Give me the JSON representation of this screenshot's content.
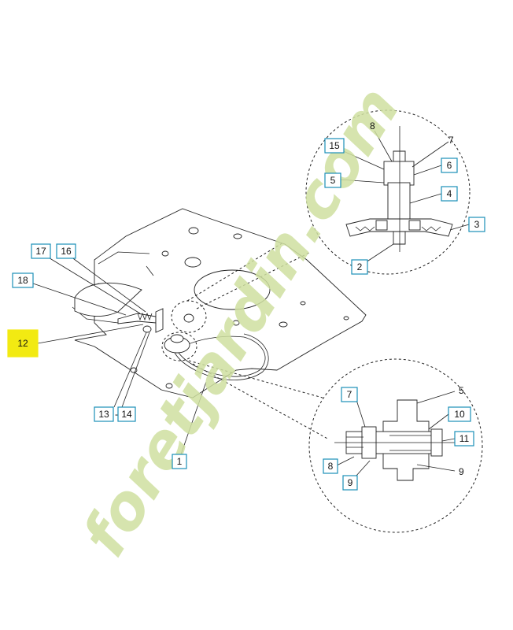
{
  "watermark": {
    "text": "foretjardin.com",
    "brand_green": "#cfe0a0",
    "brand_orange": "#f6c89a"
  },
  "highlight_color": "#f2ea12",
  "callout_color": "#1a8fb8",
  "callouts": {
    "c12": "12",
    "c17": "17",
    "c16": "16",
    "c18": "18",
    "c13": "13",
    "c14": "14",
    "c1": "1",
    "top_15": "15",
    "top_5": "5",
    "top_6": "6",
    "top_4": "4",
    "top_3": "3",
    "top_2": "2",
    "bot_7": "7",
    "bot_10": "10",
    "bot_11": "11",
    "bot_8": "8",
    "bot_9": "9"
  },
  "plain_labels": {
    "top_8": "8",
    "top_7": "7",
    "bot_5": "5",
    "bot_9": "9"
  }
}
